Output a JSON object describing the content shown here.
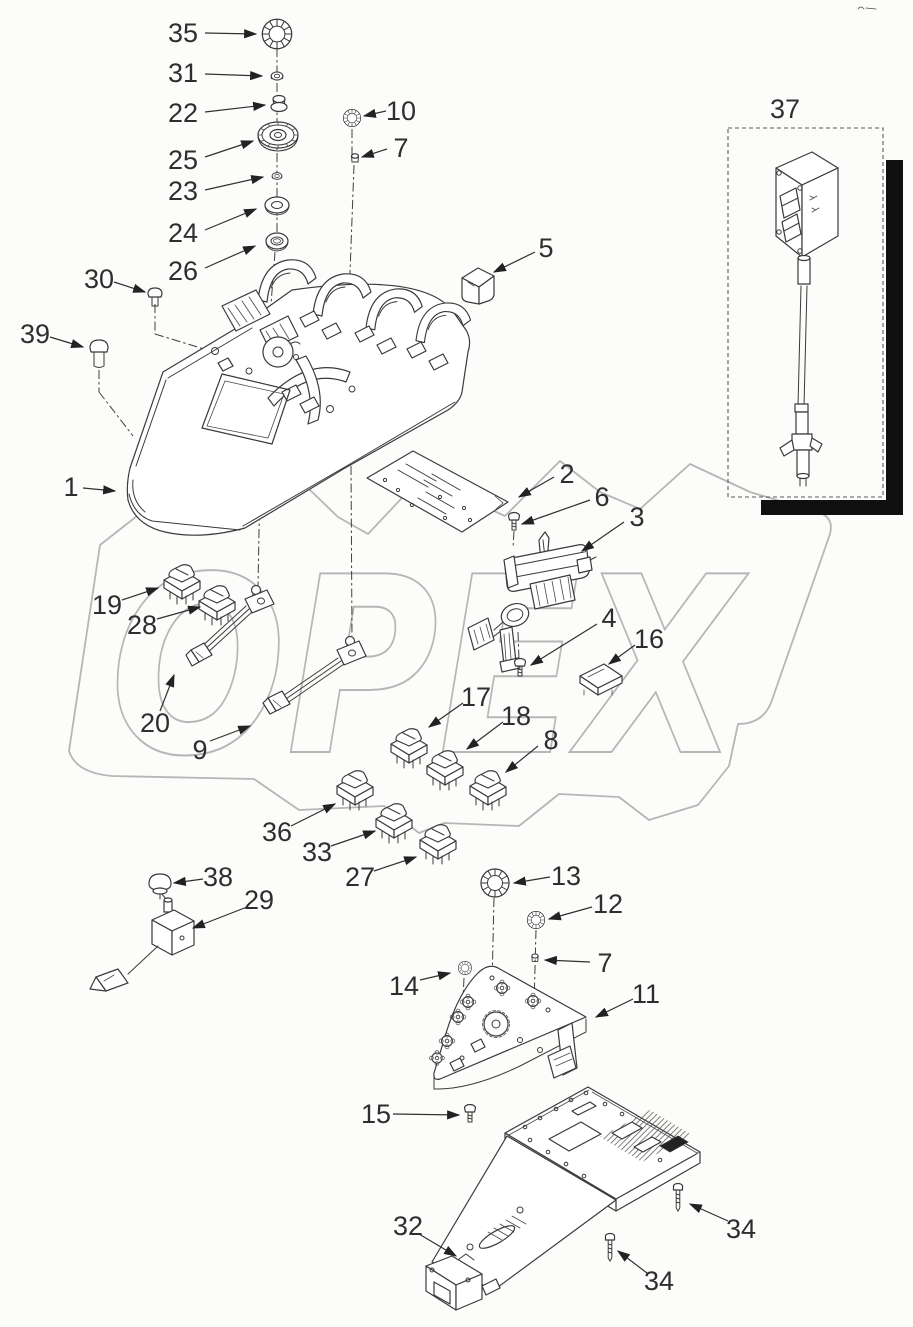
{
  "diagram": {
    "type": "exploded-parts-diagram",
    "watermark": {
      "text": "OPEX"
    },
    "colors": {
      "background": "#fcfcfa",
      "line_art": "#3a3a3a",
      "watermark": "#b6b6b6",
      "black_bar": "#101010",
      "callout_text": "#2e2e2e"
    },
    "callouts": {
      "c35": "35",
      "c31": "31",
      "c22": "22",
      "c25": "25",
      "c23": "23",
      "c24": "24",
      "c26": "26",
      "c10": "10",
      "c7a": "7",
      "c37": "37",
      "c30": "30",
      "c39": "39",
      "c5": "5",
      "c1": "1",
      "c2": "2",
      "c6": "6",
      "c3": "3",
      "c4": "4",
      "c16": "16",
      "c19": "19",
      "c28": "28",
      "c20": "20",
      "c9": "9",
      "c17": "17",
      "c18": "18",
      "c8": "8",
      "c36": "36",
      "c33": "33",
      "c27": "27",
      "c13": "13",
      "c12": "12",
      "c7b": "7",
      "c14": "14",
      "c38": "38",
      "c29": "29",
      "c11": "11",
      "c15": "15",
      "c32": "32",
      "c34a": "34",
      "c34b": "34"
    }
  }
}
